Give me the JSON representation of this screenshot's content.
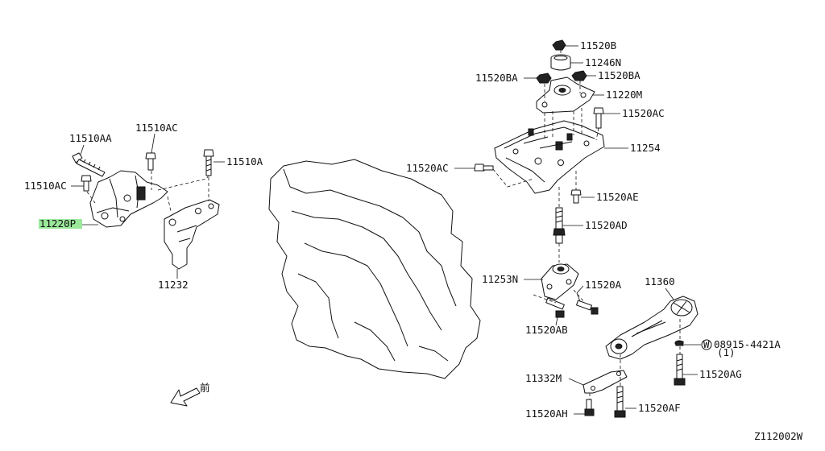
{
  "highlight_color": "#9be89b",
  "diagram_code": "Z112002W",
  "front_marker": "前",
  "labels": {
    "p11510AA": "11510AA",
    "p11510AC_top": "11510AC",
    "p11510A": "11510A",
    "p11510AC_left": "11510AC",
    "p11220P": "11220P",
    "p11232": "11232",
    "p11520B": "11520B",
    "p11246N": "11246N",
    "p11520BA_left": "11520BA",
    "p11520BA_right": "11520BA",
    "p11220M": "11220M",
    "p11520AC_right": "11520AC",
    "p11254": "11254",
    "p11520AC_left": "11520AC",
    "p11520AE": "11520AE",
    "p11520AD": "11520AD",
    "p11253N": "11253N",
    "p11520A": "11520A",
    "p11520AB": "11520AB",
    "p11360": "11360",
    "p08915": "08915-4421A",
    "p08915_qty": "(1)",
    "p08915_marker": "W",
    "p11520AG": "11520AG",
    "p11332M": "11332M",
    "p11520AH": "11520AH",
    "p11520AF": "11520AF"
  }
}
